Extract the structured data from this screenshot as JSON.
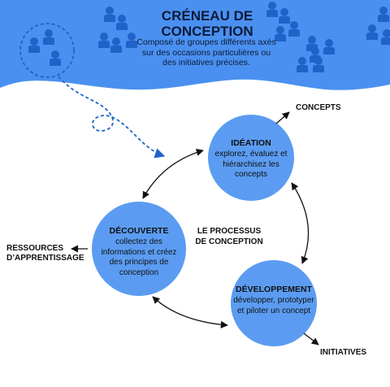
{
  "header": {
    "title_line1": "CRÉNEAU DE",
    "title_line2": "CONCEPTION",
    "subtitle": "Composé de groupes différents axés sur des occasions particulières ou des initiatives précises."
  },
  "center_label_line1": "LE PROCESSUS",
  "center_label_line2": "DE CONCEPTION",
  "nodes": {
    "ideation": {
      "title": "IDÉATION",
      "text": "explorez, évaluez et hiérarchisez les concepts"
    },
    "discovery": {
      "title": "DÉCOUVERTE",
      "text": "collectez des informations et créez des principes de conception"
    },
    "development": {
      "title": "DÉVELOPPEMENT",
      "text": "développer, prototyper et piloter un concept"
    }
  },
  "outputs": {
    "concepts": "CONCEPTS",
    "resources_line1": "RESSOURCES",
    "resources_line2": "D’APPRENTISSAGE",
    "initiatives": "INITIATIVES"
  },
  "colors": {
    "band": "#4a90f0",
    "node": "#5b9cf2",
    "people": "#1f63c9",
    "dashed": "#1f63c9",
    "text_dark": "#0d1b3a"
  },
  "icons": [
    "person-group-icon"
  ]
}
